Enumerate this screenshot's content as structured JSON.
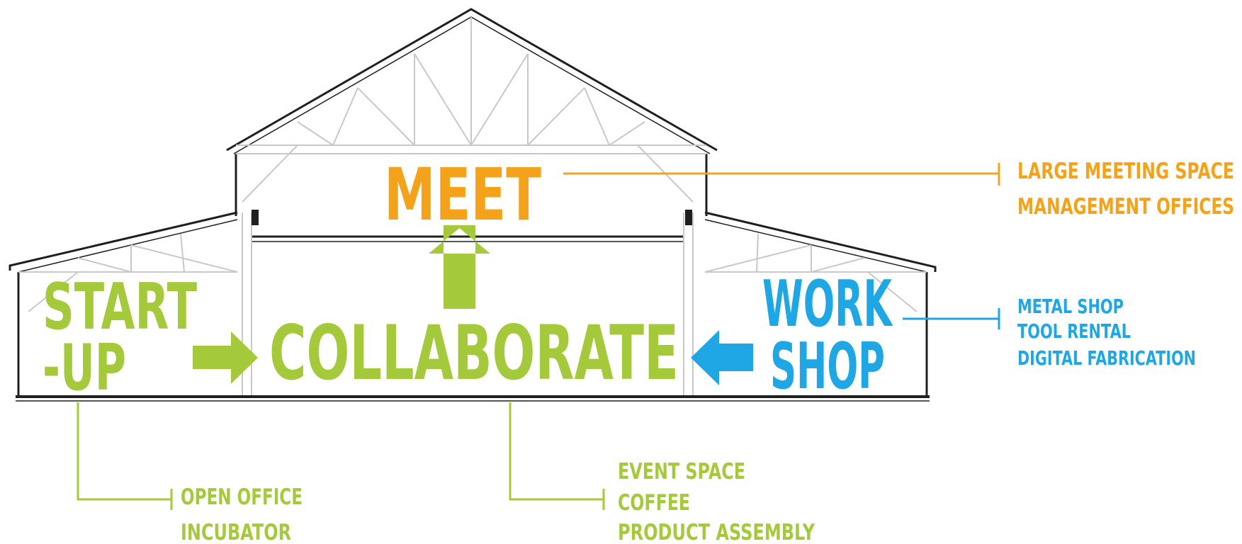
{
  "colors": {
    "green": "#a4c93a",
    "orange": "#f5a21b",
    "blue": "#1ea7e4",
    "line": "#1f1f1f",
    "truss": "#c8c8c8"
  },
  "zones": {
    "meet": "MEET",
    "collaborate": "COLLABORATE",
    "startup_line1": "START",
    "startup_line2": "-UP",
    "workshop_line1": "WORK",
    "workshop_line2": "SHOP"
  },
  "callouts": {
    "meet": [
      "LARGE MEETING SPACE",
      "MANAGEMENT OFFICES"
    ],
    "workshop": [
      "METAL SHOP",
      "TOOL RENTAL",
      "DIGITAL FABRICATION"
    ],
    "startup": [
      "OPEN OFFICE",
      "INCUBATOR"
    ],
    "collaborate": [
      "EVENT SPACE",
      "COFFEE",
      "PRODUCT ASSEMBLY"
    ]
  }
}
